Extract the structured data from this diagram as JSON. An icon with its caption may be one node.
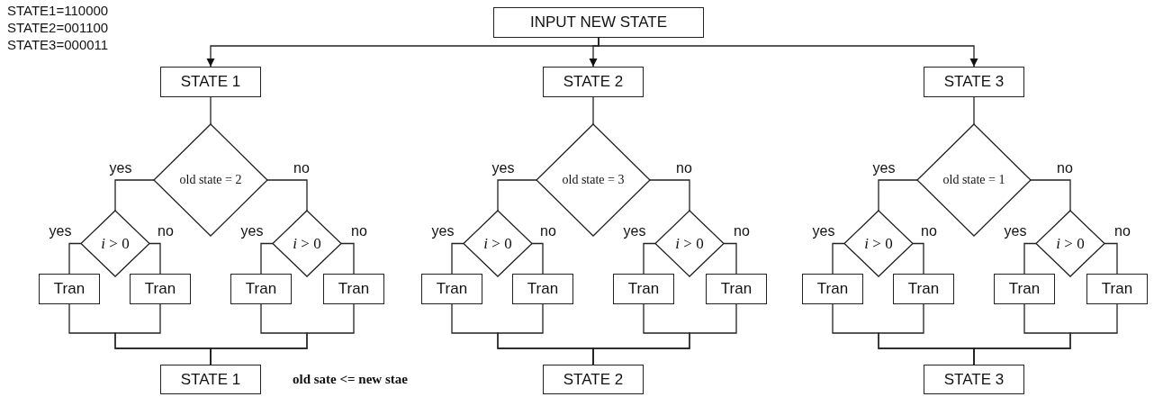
{
  "diagram": {
    "nodes": [
      {
        "text": [
          "INPUT NEW STATE"
        ]
      },
      {
        "text": [
          "STATE 1"
        ]
      },
      {
        "text": [
          "old state = 2"
        ]
      },
      {
        "text": [
          "*i* > 0"
        ]
      },
      {
        "text": [
          "*i* > 0"
        ]
      },
      {
        "text": [
          "Tran"
        ]
      },
      {
        "text": [
          "Tran"
        ]
      },
      {
        "text": [
          "Tran"
        ]
      },
      {
        "text": [
          "Tran"
        ]
      },
      {
        "text": [
          "STATE 1"
        ]
      },
      {
        "text": [
          "STATE 2"
        ]
      },
      {
        "text": [
          "old state = 3"
        ]
      },
      {
        "text": [
          "*i* > 0"
        ]
      },
      {
        "text": [
          "*i* > 0"
        ]
      },
      {
        "text": [
          "Tran"
        ]
      },
      {
        "text": [
          "Tran"
        ]
      },
      {
        "text": [
          "Tran"
        ]
      },
      {
        "text": [
          "Tran"
        ]
      },
      {
        "text": [
          "STATE 2"
        ]
      },
      {
        "text": [
          "STATE 3"
        ]
      },
      {
        "text": [
          "old state = 1"
        ]
      },
      {
        "text": [
          "*i* > 0"
        ]
      },
      {
        "text": [
          "*i* > 0"
        ]
      },
      {
        "text": [
          "Tran"
        ]
      },
      {
        "text": [
          "Tran"
        ]
      },
      {
        "text": [
          "Tran"
        ]
      },
      {
        "text": [
          "Tran"
        ]
      },
      {
        "text": [
          "STATE 3"
        ]
      }
    ],
    "edges": [
      {
        "from": 0,
        "to": 1,
        "arrow": "to"
      },
      {
        "from": 0,
        "to": 10,
        "arrow": "to"
      },
      {
        "from": 0,
        "to": 19,
        "arrow": "to"
      },
      {
        "from": 1,
        "to": 2,
        "arrow": "none"
      },
      {
        "from": 2,
        "to": 3,
        "arrow": "none",
        "label": "yes"
      },
      {
        "from": 2,
        "to": 4,
        "arrow": "none",
        "label": "no"
      },
      {
        "from": 3,
        "to": 5,
        "arrow": "none",
        "label": "yes"
      },
      {
        "from": 3,
        "to": 6,
        "arrow": "none",
        "label": "no"
      },
      {
        "from": 4,
        "to": 7,
        "arrow": "none",
        "label": "yes"
      },
      {
        "from": 4,
        "to": 8,
        "arrow": "none",
        "label": "no"
      },
      {
        "from": 5,
        "to": 9,
        "arrow": "none"
      },
      {
        "from": 6,
        "to": 9,
        "arrow": "none"
      },
      {
        "from": 7,
        "to": 9,
        "arrow": "none"
      },
      {
        "from": 8,
        "to": 9,
        "arrow": "none"
      },
      {
        "from": 10,
        "to": 11,
        "arrow": "none"
      },
      {
        "from": 11,
        "to": 12,
        "arrow": "none",
        "label": "yes"
      },
      {
        "from": 11,
        "to": 13,
        "arrow": "none",
        "label": "no"
      },
      {
        "from": 12,
        "to": 14,
        "arrow": "none",
        "label": "yes"
      },
      {
        "from": 12,
        "to": 15,
        "arrow": "none",
        "label": "no"
      },
      {
        "from": 13,
        "to": 16,
        "arrow": "none",
        "label": "yes"
      },
      {
        "from": 13,
        "to": 17,
        "arrow": "none",
        "label": "no"
      },
      {
        "from": 14,
        "to": 18,
        "arrow": "none"
      },
      {
        "from": 15,
        "to": 18,
        "arrow": "none"
      },
      {
        "from": 16,
        "to": 18,
        "arrow": "none"
      },
      {
        "from": 17,
        "to": 18,
        "arrow": "none"
      },
      {
        "from": 19,
        "to": 20,
        "arrow": "none"
      },
      {
        "from": 20,
        "to": 21,
        "arrow": "none",
        "label": "yes"
      },
      {
        "from": 20,
        "to": 22,
        "arrow": "none",
        "label": "no"
      },
      {
        "from": 21,
        "to": 23,
        "arrow": "none",
        "label": "yes"
      },
      {
        "from": 21,
        "to": 24,
        "arrow": "none",
        "label": "no"
      },
      {
        "from": 22,
        "to": 25,
        "arrow": "none",
        "label": "yes"
      },
      {
        "from": 22,
        "to": 26,
        "arrow": "none",
        "label": "no"
      },
      {
        "from": 23,
        "to": 27,
        "arrow": "none"
      },
      {
        "from": 24,
        "to": 27,
        "arrow": "none"
      },
      {
        "from": 25,
        "to": 27,
        "arrow": "none"
      },
      {
        "from": 26,
        "to": 27,
        "arrow": "none"
      }
    ],
    "labels": [
      "STATE1=110000",
      "STATE2=001100",
      "STATE3=000011",
      "old sate <= new stae"
    ]
  }
}
